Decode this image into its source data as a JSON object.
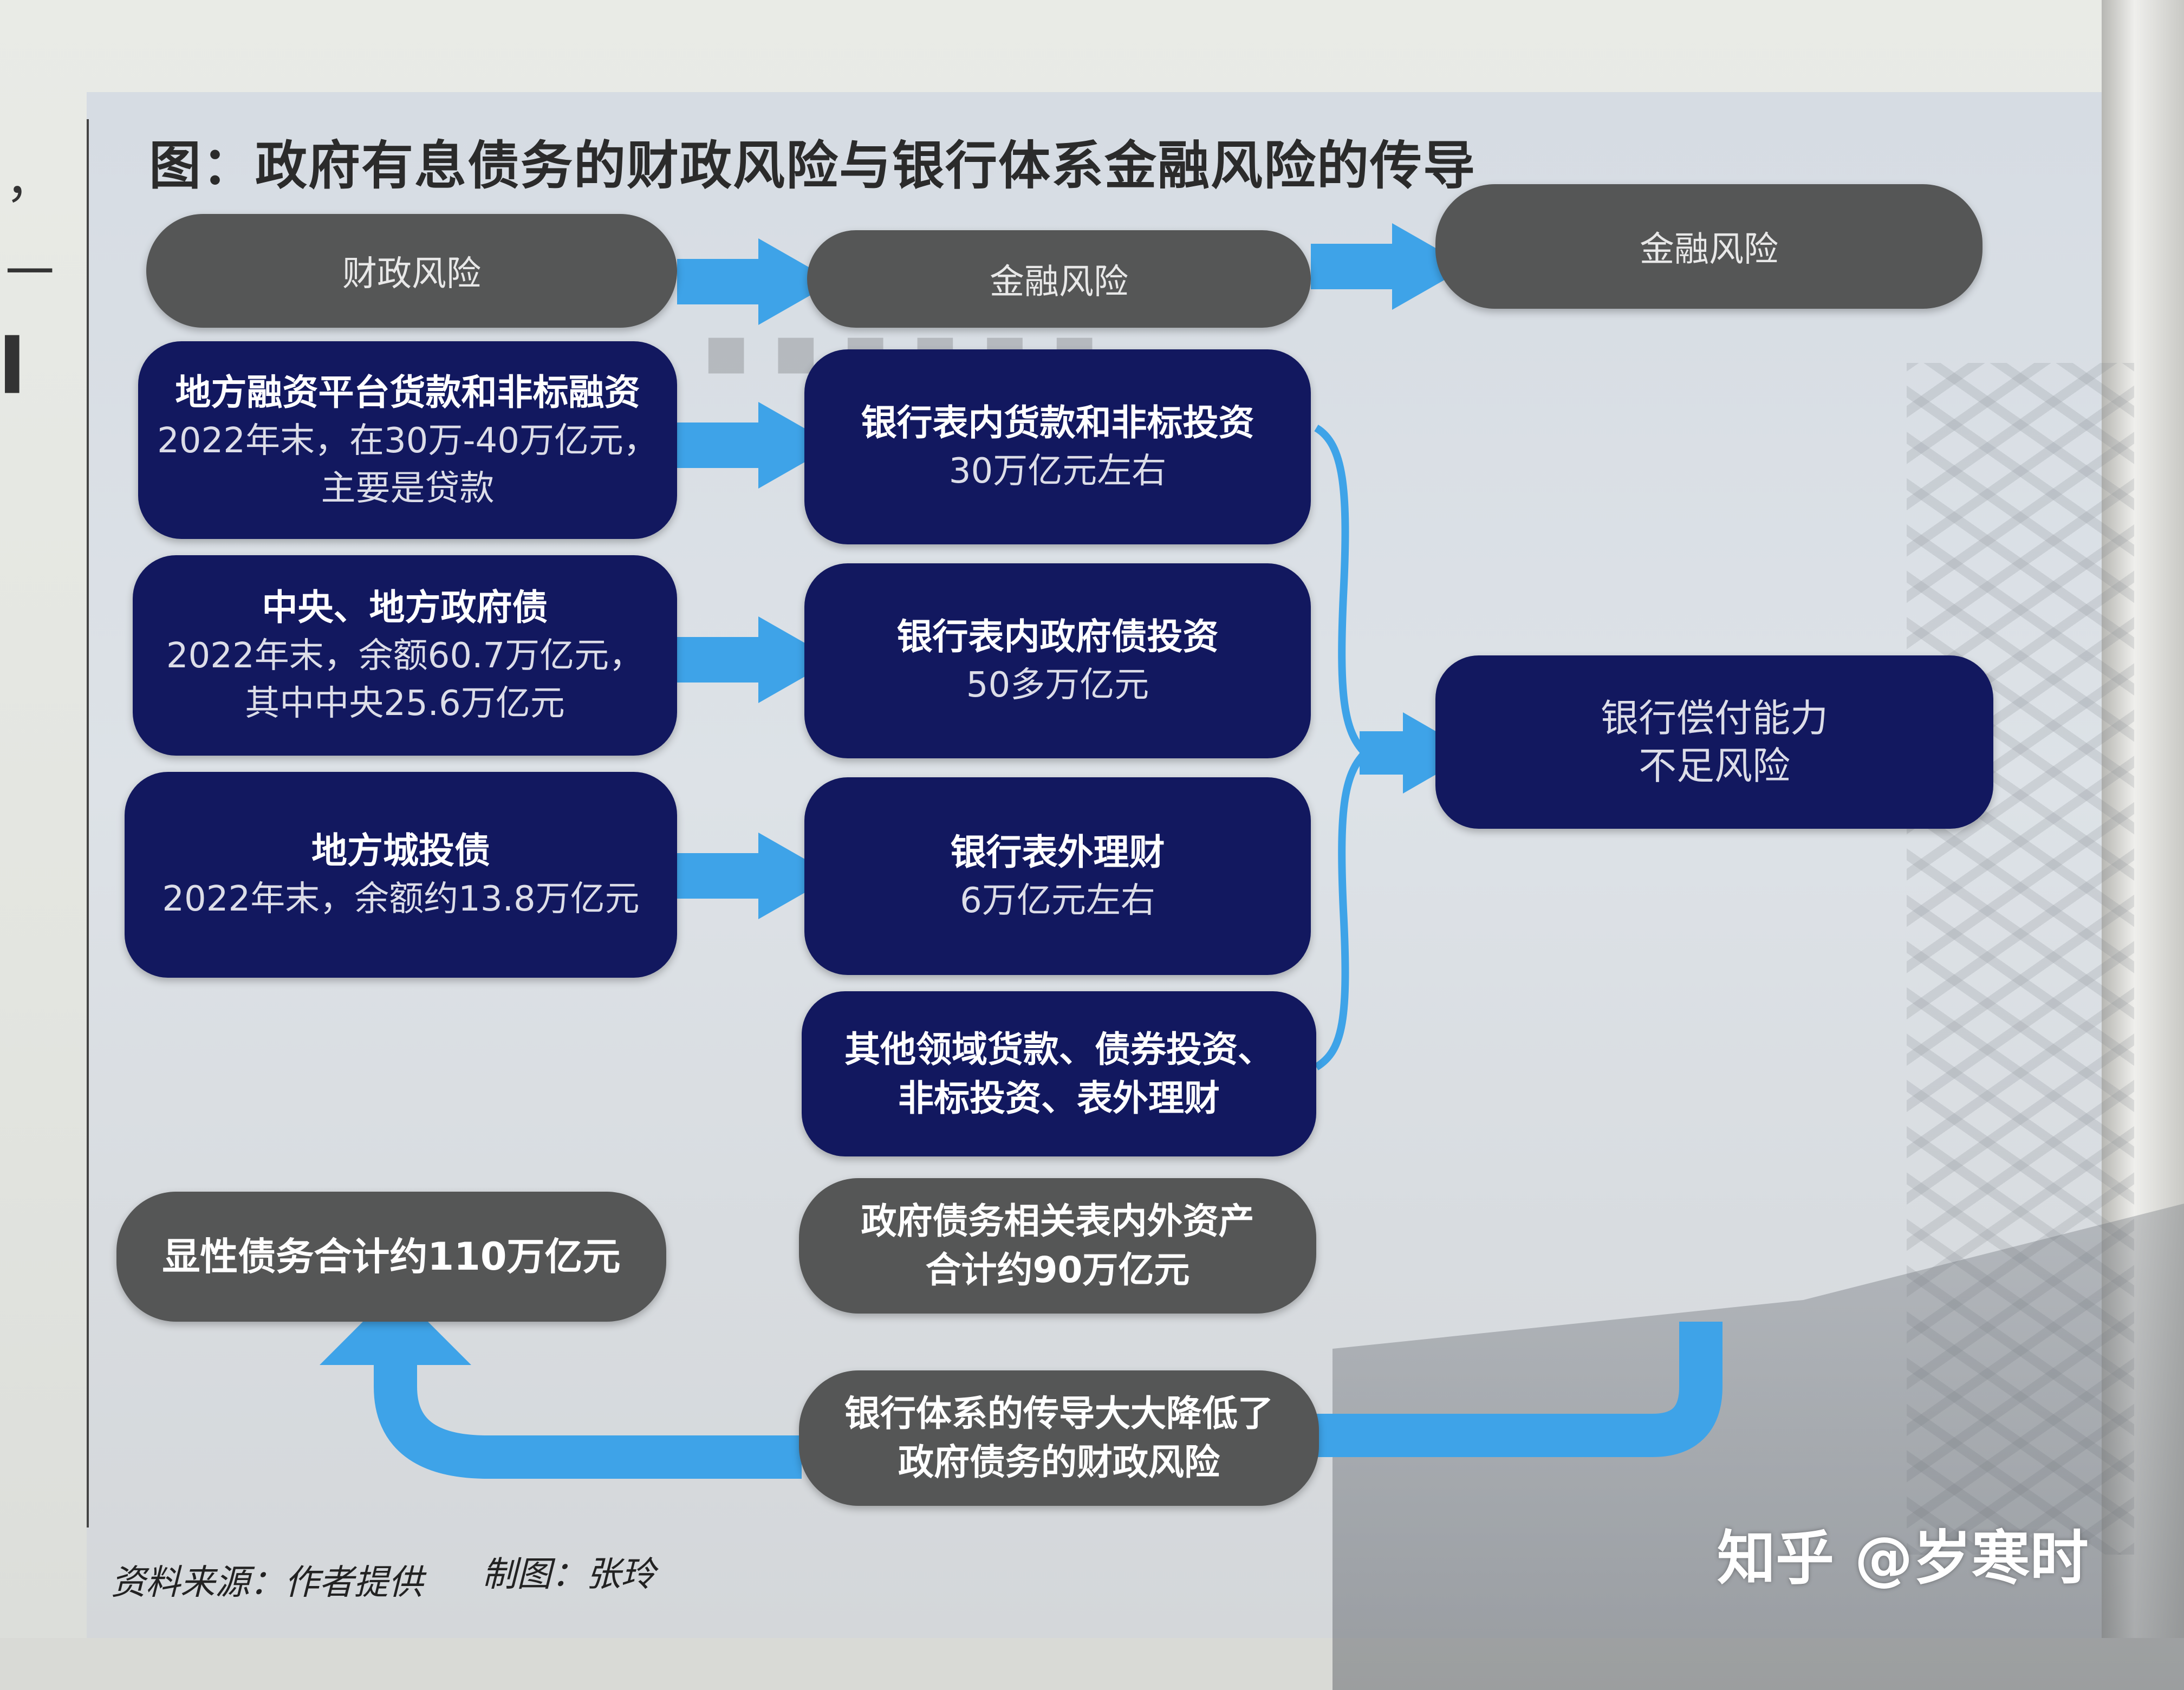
{
  "title": "图：政府有息债务的财政风险与银行体系金融风险的传导",
  "headers": {
    "col1": "财政风险",
    "col2": "金融风险",
    "col3": "金融风险"
  },
  "left_boxes": [
    {
      "title": "地方融资平台货款和非标融资",
      "lines": [
        "2022年末，在30万-40万亿元，",
        "主要是贷款"
      ]
    },
    {
      "title": "中央、地方政府债",
      "lines": [
        "2022年末，余额60.7万亿元，",
        "其中中央25.6万亿元"
      ]
    },
    {
      "title": "地方城投债",
      "lines": [
        "2022年末，余额约13.8万亿元"
      ]
    }
  ],
  "mid_boxes": [
    {
      "title": "银行表内货款和非标投资",
      "lines": [
        "30万亿元左右"
      ]
    },
    {
      "title": "银行表内政府债投资",
      "lines": [
        "50多万亿元"
      ]
    },
    {
      "title": "银行表外理财",
      "lines": [
        "6万亿元左右"
      ]
    },
    {
      "title": "其他领域货款、债券投资、",
      "lines": [
        "非标投资、表外理财"
      ]
    }
  ],
  "right_box": {
    "line1": "银行偿付能力",
    "line2": "不足风险"
  },
  "totals": {
    "explicit_debt": "显性债务合计约110万亿元",
    "assets_line1": "政府债务相关表内外资产",
    "assets_line2": "合计约90万亿元"
  },
  "conclusion": {
    "line1": "银行体系的传导大大降低了",
    "line2": "政府债务的财政风险"
  },
  "credits": {
    "source": "资料来源：作者提供",
    "chart": "制图：张玲"
  },
  "watermark": "知乎 @岁寒时",
  "colors": {
    "navy": "#12185f",
    "gray": "#555656",
    "arrow": "#3ea3e8"
  }
}
